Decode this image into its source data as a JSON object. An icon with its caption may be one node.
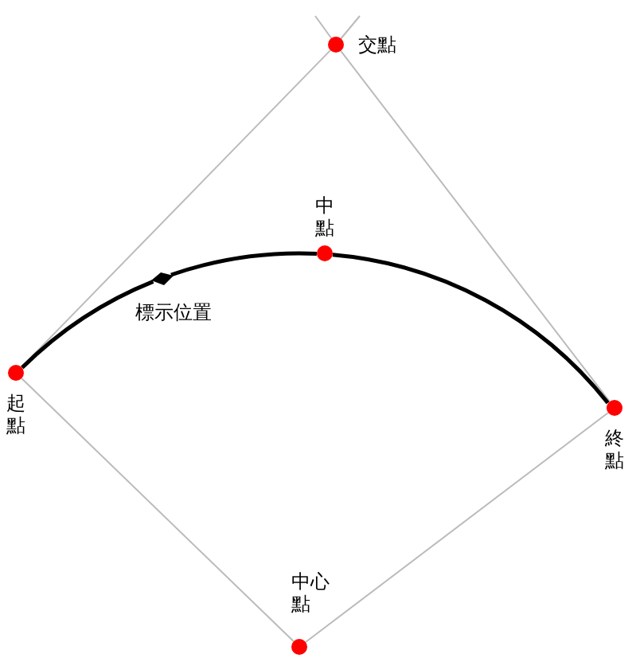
{
  "diagram": {
    "nodes": [
      {
        "text": [
          "交點"
        ]
      },
      {
        "text": [
          "中點"
        ]
      },
      {
        "text": [
          "標示位置"
        ]
      },
      {
        "text": [
          "起點"
        ]
      },
      {
        "text": [
          "終點"
        ]
      },
      {
        "text": [
          "中心點"
        ]
      }
    ],
    "edges": [
      {
        "from": 3,
        "to": 0,
        "arrow": "none"
      },
      {
        "from": 0,
        "to": 4,
        "arrow": "none"
      },
      {
        "from": 3,
        "to": 5,
        "arrow": "none"
      },
      {
        "from": 5,
        "to": 4,
        "arrow": "none"
      },
      {
        "from": 3,
        "to": 2,
        "arrow": "none",
        "style": "thick",
        "color": "#000000"
      },
      {
        "from": 2,
        "to": 1,
        "arrow": "none",
        "style": "thick",
        "color": "#000000"
      },
      {
        "from": 1,
        "to": 4,
        "arrow": "none",
        "style": "thick",
        "color": "#000000"
      }
    ]
  }
}
